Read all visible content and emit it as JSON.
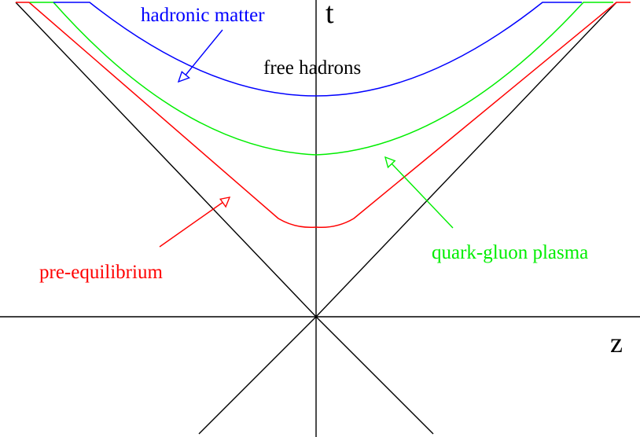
{
  "labels": {
    "t_axis": "t",
    "z_axis": "z",
    "free_hadrons": "free hadrons",
    "hadronic_matter": "hadronic matter",
    "quark_gluon_plasma": "quark-gluon plasma",
    "pre_equilibrium": "pre-equilibrium"
  },
  "colors": {
    "axes": "#000000",
    "hadronic_matter": "#0000ff",
    "quark_gluon_plasma": "#00ee00",
    "pre_equilibrium": "#ff0000"
  }
}
